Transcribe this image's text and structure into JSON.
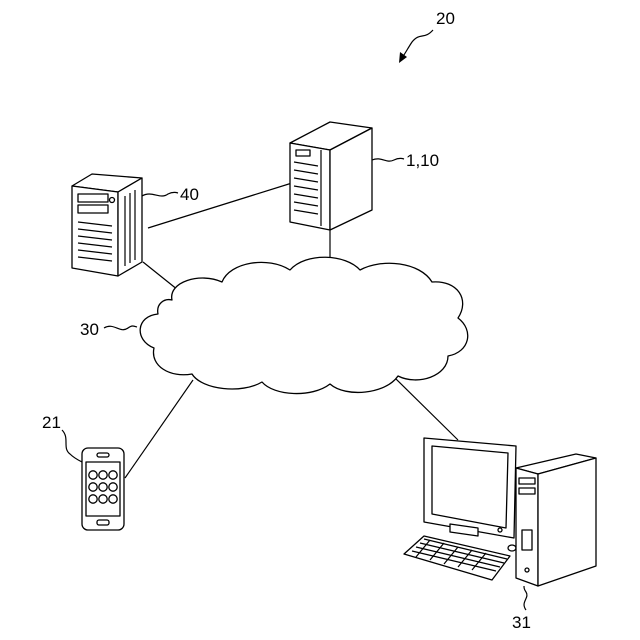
{
  "figure": {
    "system_ref": "20",
    "server_ref": "1,10",
    "database_server_ref": "40",
    "network_ref": "30",
    "smartphone_ref": "21",
    "desktop_ref": "31"
  }
}
